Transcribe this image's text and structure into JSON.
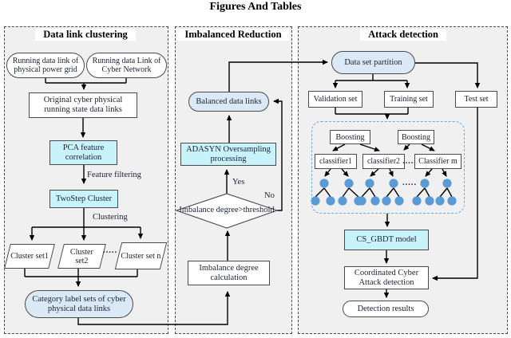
{
  "title": "Figures And Tables",
  "p1": {
    "title": "Data link clustering",
    "power_grid": "Running data link of physical power grid",
    "cyber_network": "Running data Link of Cyber Network",
    "original_links": "Original cyber physical running state data links",
    "pca": "PCA feature correlation",
    "feature_filtering": "Feature filtering",
    "twostep": "TwoStep Cluster",
    "clustering": "Clustering",
    "cluster1": "Cluster set1",
    "cluster2": "Cluster set2",
    "cluster_dots": ".....",
    "cluster_n": "Cluster set n",
    "category_labels": "Category label sets of cyber physical data links"
  },
  "p2": {
    "title": "Imbalanced Reduction",
    "balanced": "Balanced data links",
    "adasyn": "ADASYN Oversampling processing",
    "decision": "Imbalance degree>threshold",
    "yes": "Yes",
    "no": "No",
    "calc": "Imbalance degree calculation"
  },
  "p3": {
    "title": "Attack detection",
    "partition": "Data set partition",
    "validation": "Validation set",
    "training": "Training set",
    "test": "Test set",
    "boosting_left": "Boosting",
    "boosting_right": "Boosting",
    "classifier1": "classifier1",
    "classifier2": "classifier2",
    "classifier_dots": ".....",
    "classifier_m": "Classifier m",
    "tree_dots": ".....",
    "gbdt": "CS_GBDT model",
    "coordinated": "Coordinated Cyber Attack detection",
    "results": "Detection results"
  },
  "colors": {
    "process_cyan": "#c9f3fa",
    "data_blue": "#dbe9f6",
    "tree_node_blue": "#5b9bd5",
    "ensemble_border_blue": "#6fa8dc",
    "panel_bg": "#f0f0f0"
  }
}
